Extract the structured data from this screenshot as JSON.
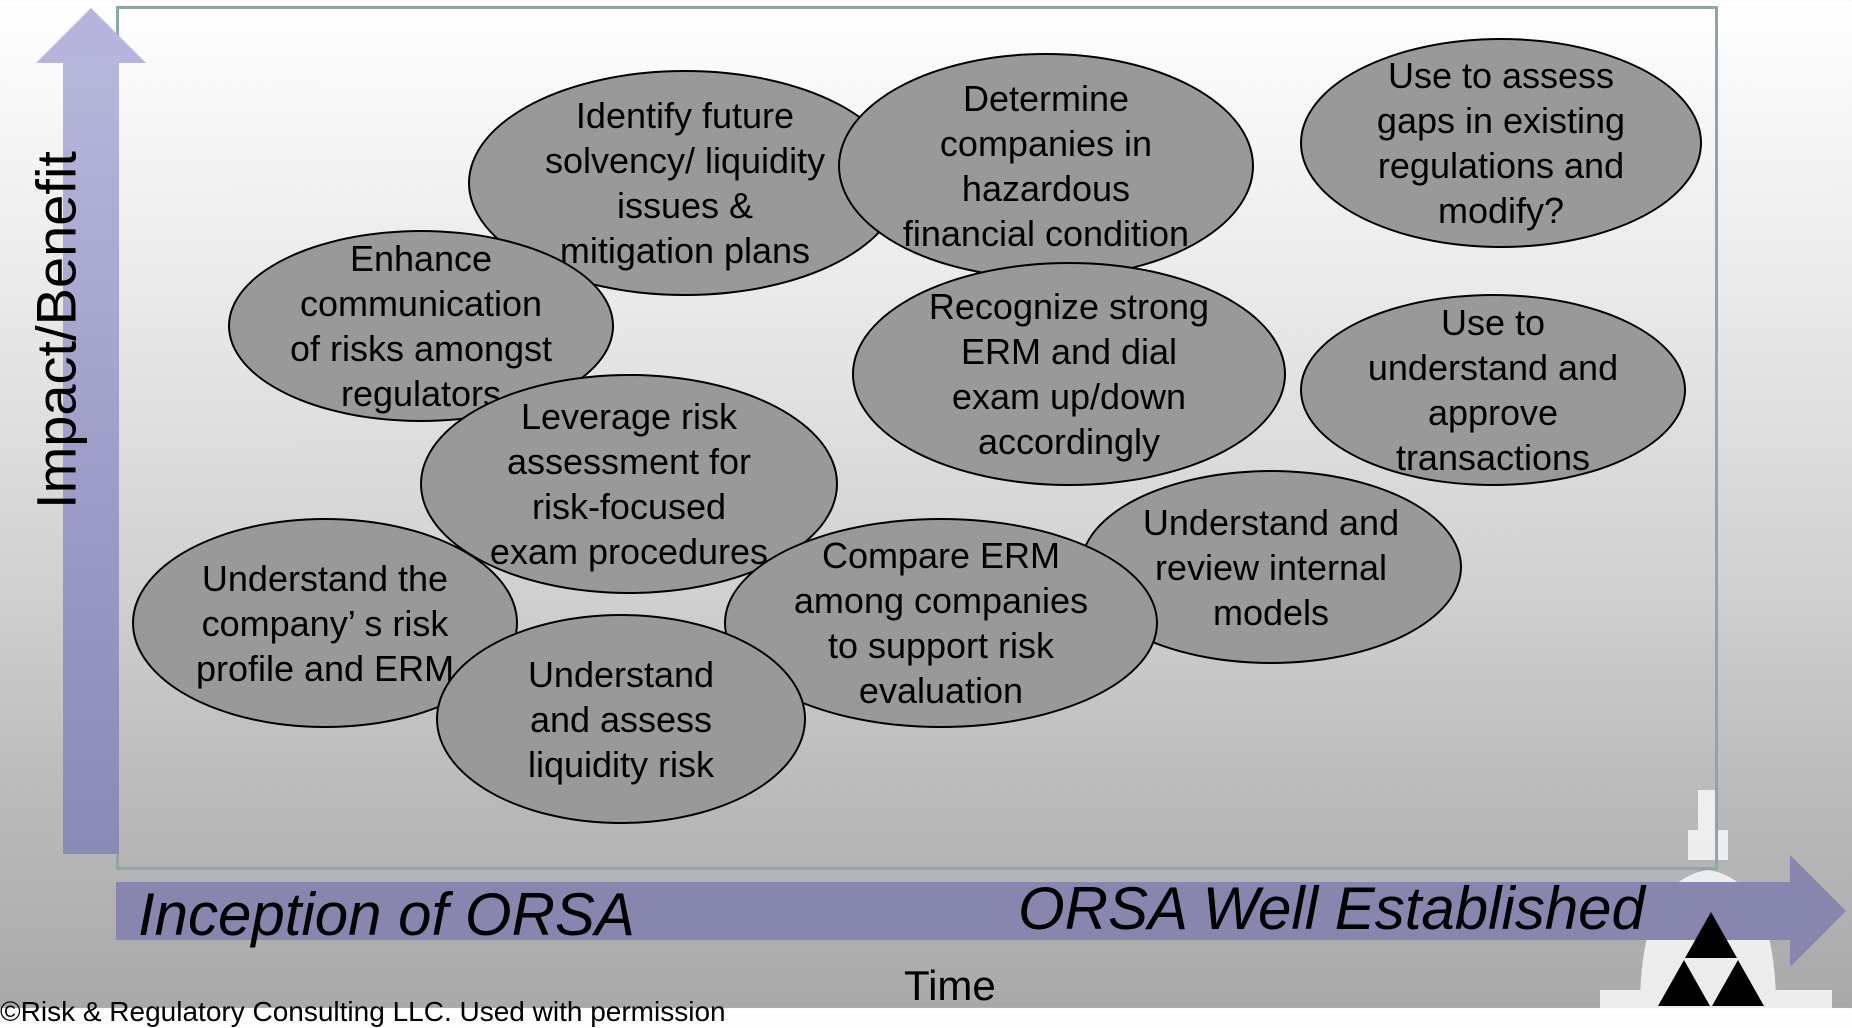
{
  "axes": {
    "y_label": "Impact/Benefit",
    "x_left_label": "Inception of ORSA",
    "x_right_label": "ORSA Well Established",
    "x_title": "Time"
  },
  "footer": {
    "text": "©Risk & Regulatory Consulting LLC. Used with permission"
  },
  "bubbles": [
    {
      "text": "Identify future\nsolvency/ liquidity\nissues &\nmitigation plans"
    },
    {
      "text": "Determine\ncompanies in\nhazardous\nfinancial condition"
    },
    {
      "text": "Use to assess\ngaps in existing\nregulations and\nmodify?"
    },
    {
      "text": "Enhance\ncommunication\nof risks amongst\nregulators"
    },
    {
      "text": "Recognize strong\nERM and dial\nexam up/down\naccordingly"
    },
    {
      "text": "Use to\nunderstand and\napprove\ntransactions"
    },
    {
      "text": "Leverage risk\nassessment for\nrisk-focused\nexam procedures"
    },
    {
      "text": "Understand and\nreview internal\nmodels"
    },
    {
      "text": "Understand the\ncompany’ s risk\nprofile and ERM"
    },
    {
      "text": "Compare ERM\namong companies\nto support risk\nevaluation"
    },
    {
      "text": "Understand\nand assess\nliquidity risk"
    }
  ],
  "colors": {
    "bubble_fill": "#999999",
    "axis_band": "#8686ae",
    "frame_border": "#8fa5a7"
  },
  "icons": [
    "capitol-dome-watermark",
    "triforce-logo-icon"
  ]
}
